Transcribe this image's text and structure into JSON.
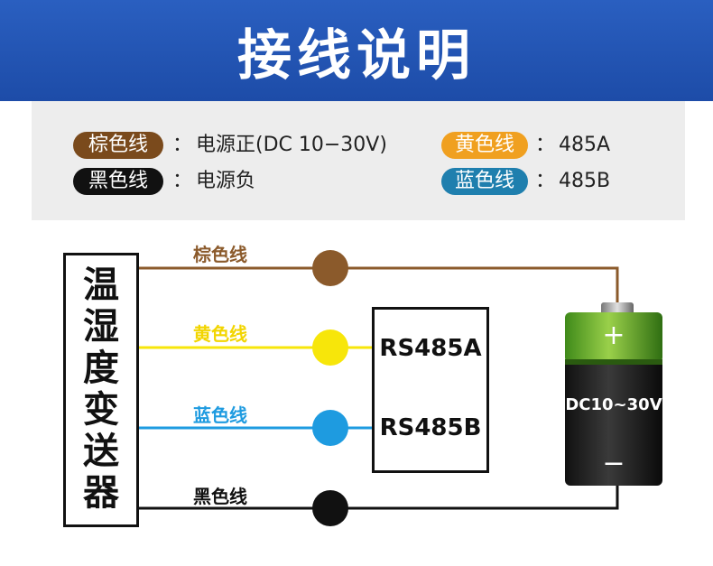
{
  "header": {
    "title": "接线说明"
  },
  "legend": {
    "items": [
      {
        "tag": "棕色线",
        "desc": "电源正(DC 10−30V)",
        "color": "#7a4a1c"
      },
      {
        "tag": "黑色线",
        "desc": "电源负",
        "color": "#111111"
      },
      {
        "tag": "黄色线",
        "desc": "485A",
        "color": "#f0a020"
      },
      {
        "tag": "蓝色线",
        "desc": "485B",
        "color": "#1f7fae"
      }
    ],
    "separator": "："
  },
  "diagram": {
    "device": {
      "chars": [
        "温",
        "湿",
        "度",
        "变",
        "送",
        "器"
      ]
    },
    "wires": {
      "brown": {
        "label": "棕色线",
        "color": "#8b5a2b"
      },
      "yellow": {
        "label": "黄色线",
        "color": "#f7e60a"
      },
      "blue": {
        "label": "蓝色线",
        "color": "#1e9be0"
      },
      "black": {
        "label": "黑色线",
        "color": "#111111"
      }
    },
    "rs485": {
      "a": "RS485A",
      "b": "RS485B"
    },
    "battery": {
      "label": "DC10~30V",
      "plus": "+",
      "minus": "−"
    }
  }
}
